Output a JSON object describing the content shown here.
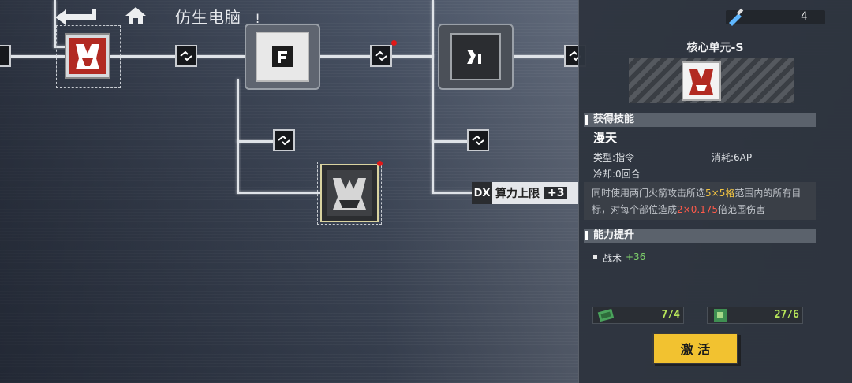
{
  "header": {
    "title": "仿生电脑",
    "title_mark": "!"
  },
  "tree": {
    "compute_tag": "DX",
    "compute_label": "算力上限",
    "compute_plus": "+3"
  },
  "panel": {
    "resource_count": "4",
    "unit_name": "核心单元-S",
    "skill_section": "获得技能",
    "skill_name": "漫天",
    "type_label": "类型:指令",
    "cost_label": "消耗:6AP",
    "cooldown_label": "冷却:0回合",
    "desc_part1": "同时使用两门火箭攻击所选",
    "desc_hl1": "5×5格",
    "desc_part2": "范围内的所有目标，对每个部位造成",
    "desc_hl2": "2×0.175",
    "desc_part3": "倍范围伤害",
    "ability_section": "能力提升",
    "stat_name": "战术",
    "stat_value": "+36",
    "materials": [
      {
        "icon": "green-chip-icon",
        "count": "7/4"
      },
      {
        "icon": "green-gear-icon",
        "count": "27/6"
      }
    ],
    "activate_label": "激 活"
  },
  "colors": {
    "accent_yellow": "#f2c230",
    "positive_green": "#7fd36c",
    "alert_red": "#e01818"
  }
}
